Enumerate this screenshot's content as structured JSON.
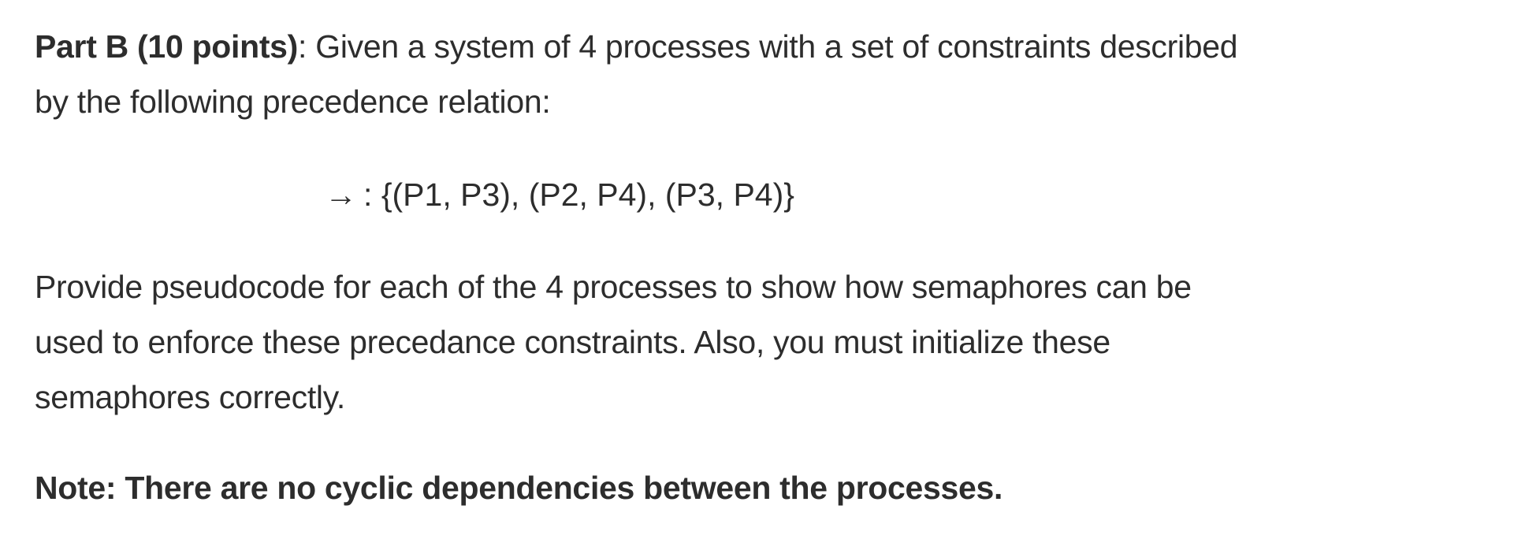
{
  "part_heading": {
    "label": "Part B (10 points)",
    "separator": ":"
  },
  "intro": {
    "line1_rest": " Given a system of 4 processes with a set of constraints described",
    "line2": "by the following precedence relation:"
  },
  "relation": {
    "arrow_symbol": "→",
    "text": ": {(P1, P3), (P2, P4), (P3, P4)}",
    "pairs": [
      [
        "P1",
        "P3"
      ],
      [
        "P2",
        "P4"
      ],
      [
        "P3",
        "P4"
      ]
    ]
  },
  "instructions": {
    "line1": "Provide pseudocode for each of the 4 processes to show how semaphores can be",
    "line2": "used to enforce these precedance constraints. Also, you must initialize these",
    "line3": "semaphores correctly."
  },
  "note": {
    "text": "Note: There are no cyclic dependencies between the processes."
  }
}
